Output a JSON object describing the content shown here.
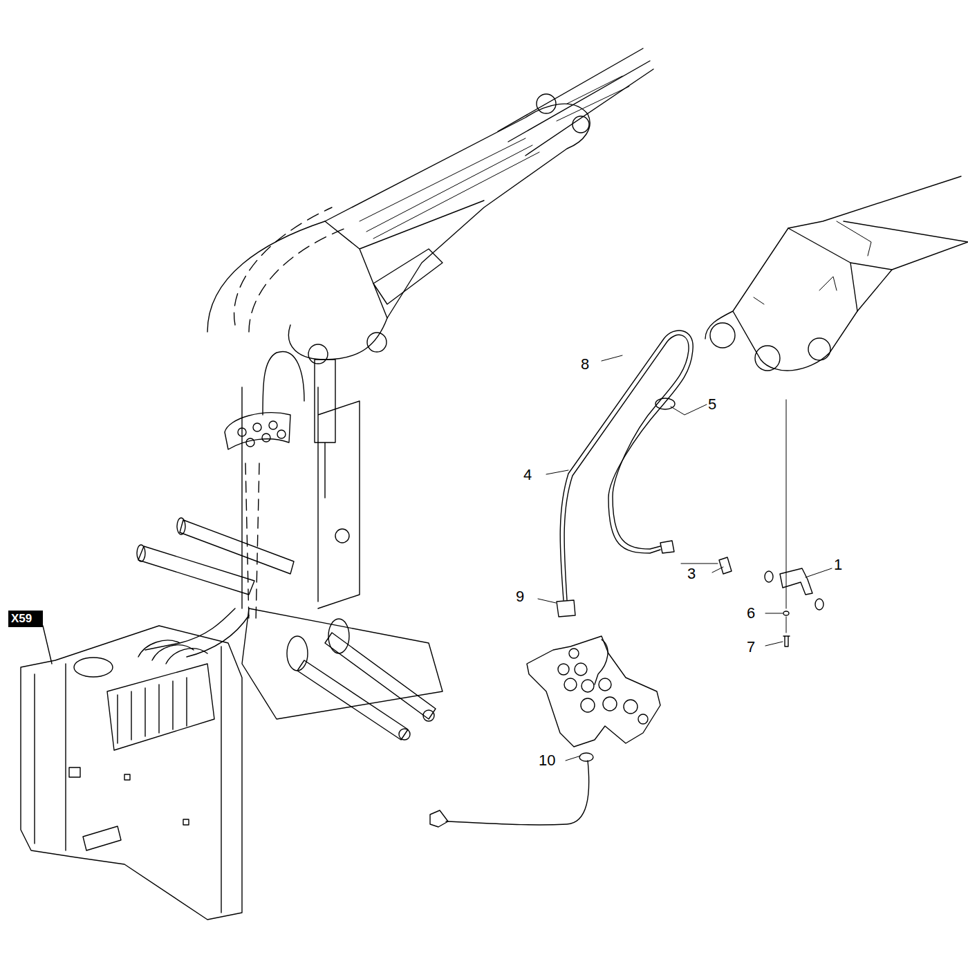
{
  "diagram": {
    "nodes": [
      {
        "text": [
          "X59"
        ]
      }
    ],
    "labels": [
      "8",
      "5",
      "4",
      "1",
      "3",
      "9",
      "6",
      "7",
      "10"
    ]
  }
}
